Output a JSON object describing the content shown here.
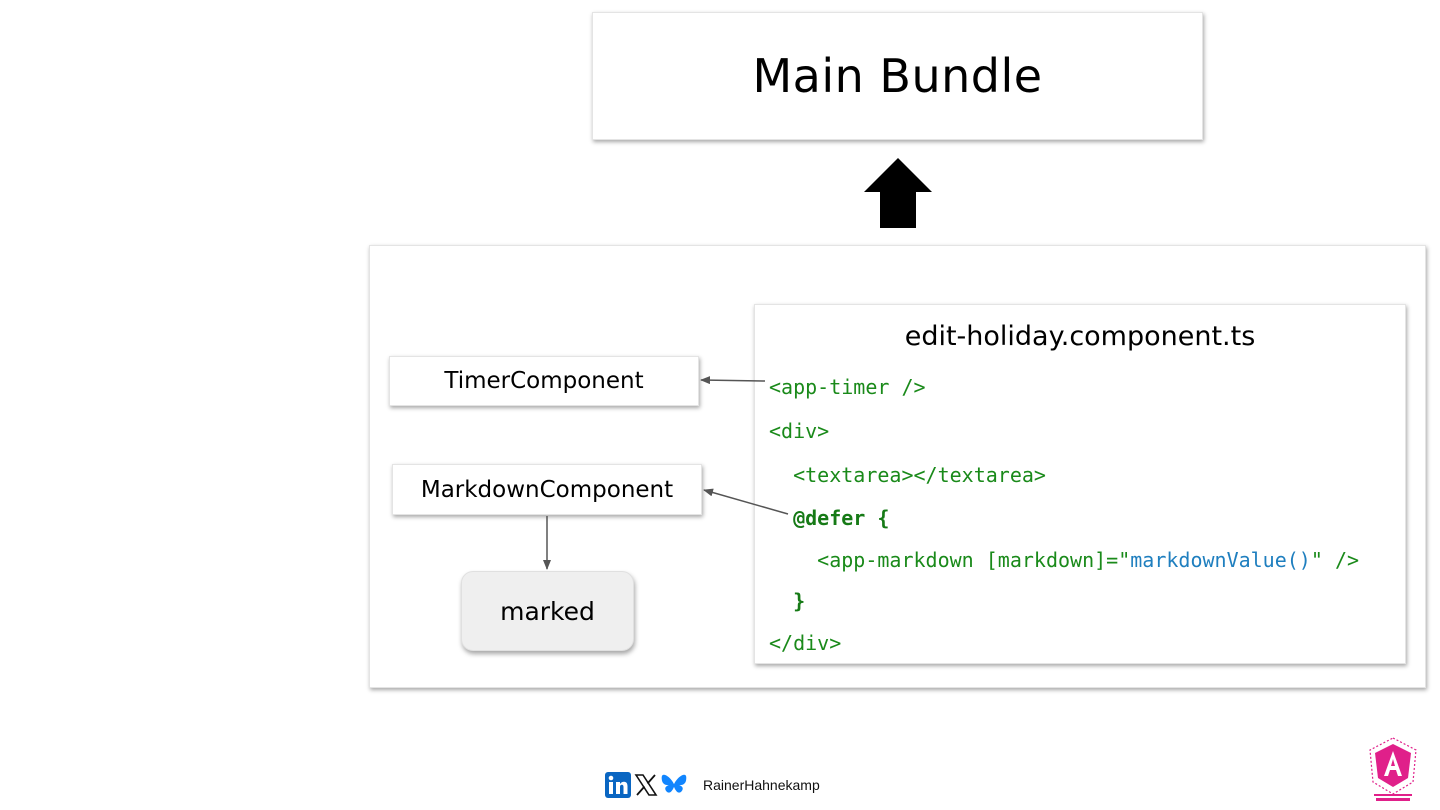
{
  "main_bundle": {
    "title": "Main Bundle"
  },
  "components": {
    "timer": "TimerComponent",
    "markdown": "MarkdownComponent",
    "marked": "marked"
  },
  "code_panel": {
    "filename": "edit-holiday.component.ts",
    "lines": {
      "l1": "<app-timer />",
      "l2": "<div>",
      "l3": "  <textarea></textarea>",
      "l4": "  @defer {",
      "l5_pre": "    <app-markdown [markdown]=\"",
      "l5_fn": "markdownValue()",
      "l5_post": "\" />",
      "l6": "  }",
      "l7": "</div>"
    }
  },
  "footer": {
    "author": "RainerHahnekamp",
    "icons": [
      "linkedin-icon",
      "x-icon",
      "bluesky-icon"
    ]
  },
  "colors": {
    "code_green": "#1a8a1a",
    "code_blue": "#1f7fbf",
    "linkedin": "#0a66c2",
    "bluesky": "#1185fe",
    "logo_pink": "#e0208a"
  }
}
